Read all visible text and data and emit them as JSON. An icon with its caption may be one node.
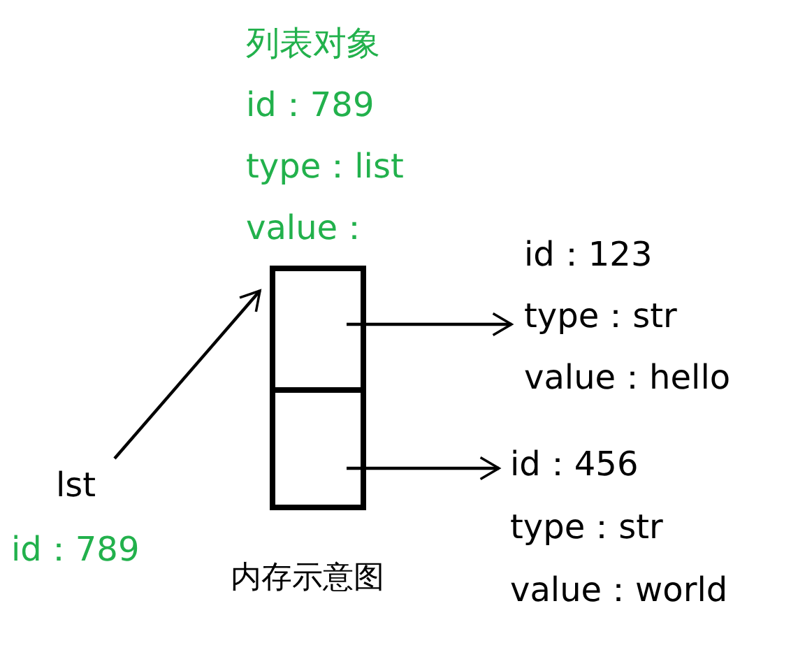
{
  "diagram": {
    "nodes": [
      {
        "text": [
          "列表对象",
          "id：789",
          "type：list",
          "value："
        ]
      },
      {
        "text": [],
        "shape": "box",
        "in": 0
      },
      {
        "text": [],
        "shape": "box",
        "in": 0
      },
      {
        "text": [
          "lst",
          "id：789"
        ]
      },
      {
        "text": [
          "id：123",
          "type：str",
          "value：hello"
        ]
      },
      {
        "text": [
          "id：456",
          "type：str",
          "value：world"
        ]
      }
    ],
    "edges": [
      {
        "from": 3,
        "to": 0,
        "arrow": "to"
      },
      {
        "from": 1,
        "to": 4,
        "arrow": "to"
      },
      {
        "from": 2,
        "to": 5,
        "arrow": "to"
      }
    ],
    "labels": [
      "内存示意图"
    ]
  }
}
